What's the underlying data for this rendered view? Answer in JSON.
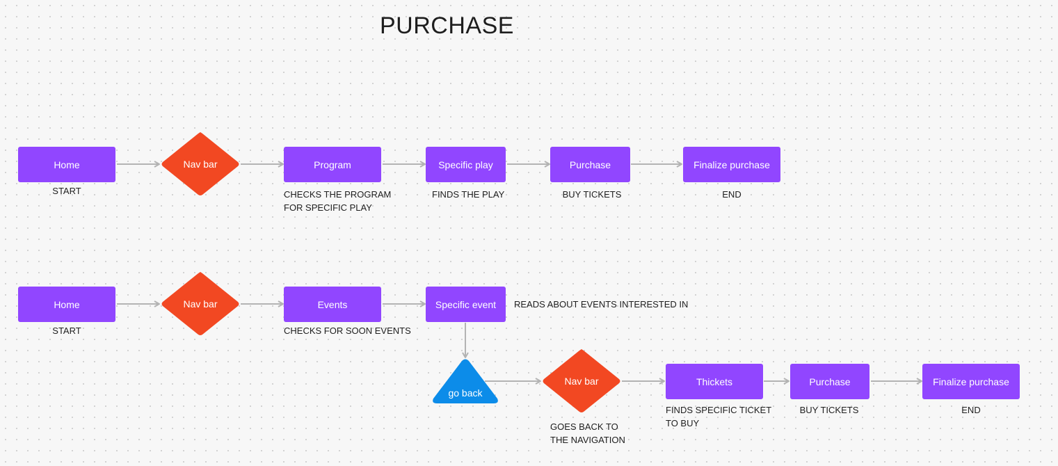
{
  "title": "PURCHASE",
  "colors": {
    "process": "#9146ff",
    "decision": "#f24822",
    "back": "#0c8ce9",
    "connector": "#b3b3b3",
    "text": "#1e1e1e"
  },
  "flow1": {
    "home": "Home",
    "home_note": "START",
    "nav": "Nav bar",
    "program": "Program",
    "program_note": [
      "CHECKS THE PROGRAM",
      "FOR SPECIFIC PLAY"
    ],
    "specific_play": "Specific play",
    "specific_play_note": "FINDS THE PLAY",
    "purchase": "Purchase",
    "purchase_note": "BUY TICKETS",
    "finalize": "Finalize purchase",
    "finalize_note": "END"
  },
  "flow2": {
    "home": "Home",
    "home_note": "START",
    "nav": "Nav bar",
    "events": "Events",
    "events_note": "CHECKS FOR SOON EVENTS",
    "specific_event": "Specific event",
    "specific_event_note": "READS ABOUT EVENTS INTERESTED IN",
    "go_back": "go back",
    "nav2": "Nav bar",
    "nav2_note": [
      "GOES BACK TO",
      "THE NAVIGATION"
    ],
    "tickets": "Thickets",
    "tickets_note": [
      "FINDS SPECIFIC TICKET",
      "TO BUY"
    ],
    "purchase": "Purchase",
    "purchase_note": "BUY TICKETS",
    "finalize": "Finalize purchase",
    "finalize_note": "END"
  }
}
